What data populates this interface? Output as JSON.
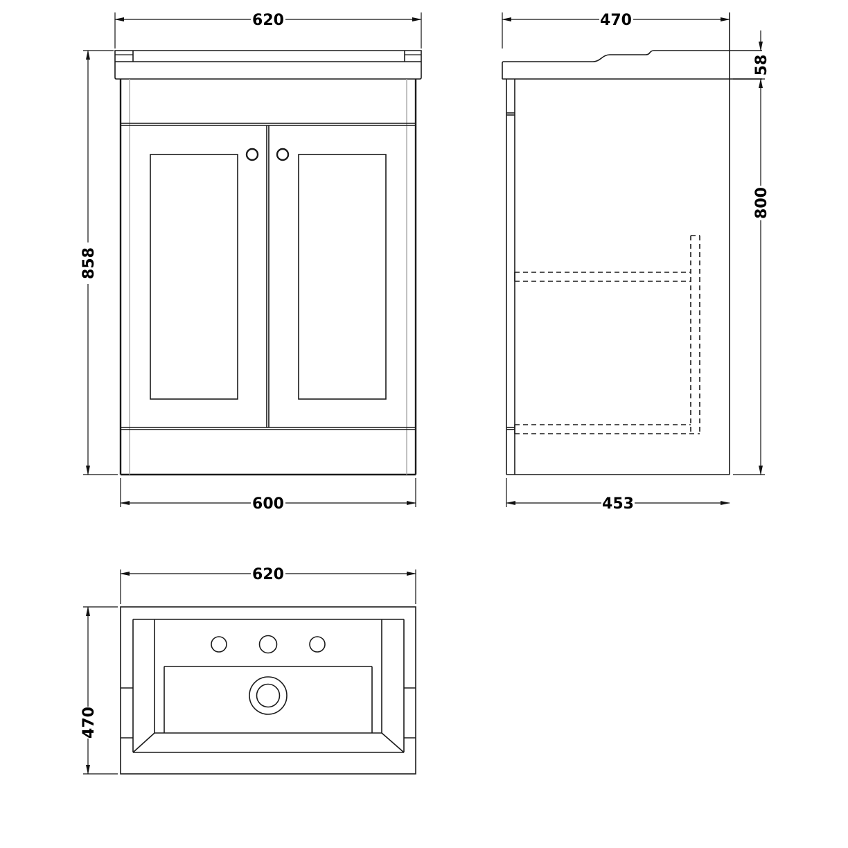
{
  "drawing": {
    "subject": "Two-door floor standing vanity unit with basin",
    "views": {
      "front": {
        "top_width_label": "620",
        "bottom_width_label": "600",
        "height_label": "858"
      },
      "side": {
        "top_depth_label": "470",
        "bottom_depth_label": "453",
        "basin_height_label": "58",
        "cabinet_height_label": "800"
      },
      "plan": {
        "width_label": "620",
        "depth_label": "470",
        "tap_holes": 3,
        "waste_outlet": 1
      }
    },
    "colors": {
      "line": "#1a1a1a",
      "hidden_line": "#1a1a1a",
      "construction_line": "#a8a8a8",
      "background": "#ffffff"
    }
  }
}
